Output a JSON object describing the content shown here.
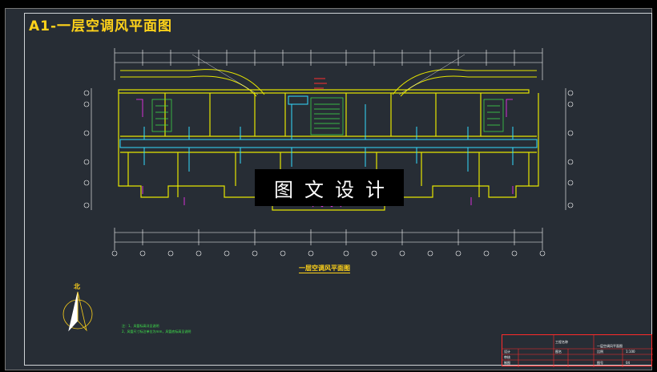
{
  "sheet": {
    "title": "A1-一层空调风平面图",
    "plan_caption": "一层空调风平面图",
    "watermark": "图文设计",
    "north_label": "北"
  },
  "notes": [
    "注：1、风管标高详见说明",
    "2、风管尺寸标注单位为mm，风管底标高见说明"
  ],
  "title_block": {
    "project": "工程名称",
    "drawing": "图名",
    "drawing_name": "一层空调风平面图",
    "scale_label": "比例",
    "scale": "1:100",
    "designer": "设计",
    "checker": "审核",
    "sheet_no_label": "图号",
    "sheet_no": "04",
    "drafter": "制图"
  },
  "colors": {
    "background": "#272d35",
    "walls": "#e6e600",
    "duct": "#33dcff",
    "grid": "#ffffff",
    "doors": "#ff33ff",
    "annotation": "#ffd21a",
    "stairs": "#3fe64b",
    "title_block_border": "#ff2a2a"
  }
}
